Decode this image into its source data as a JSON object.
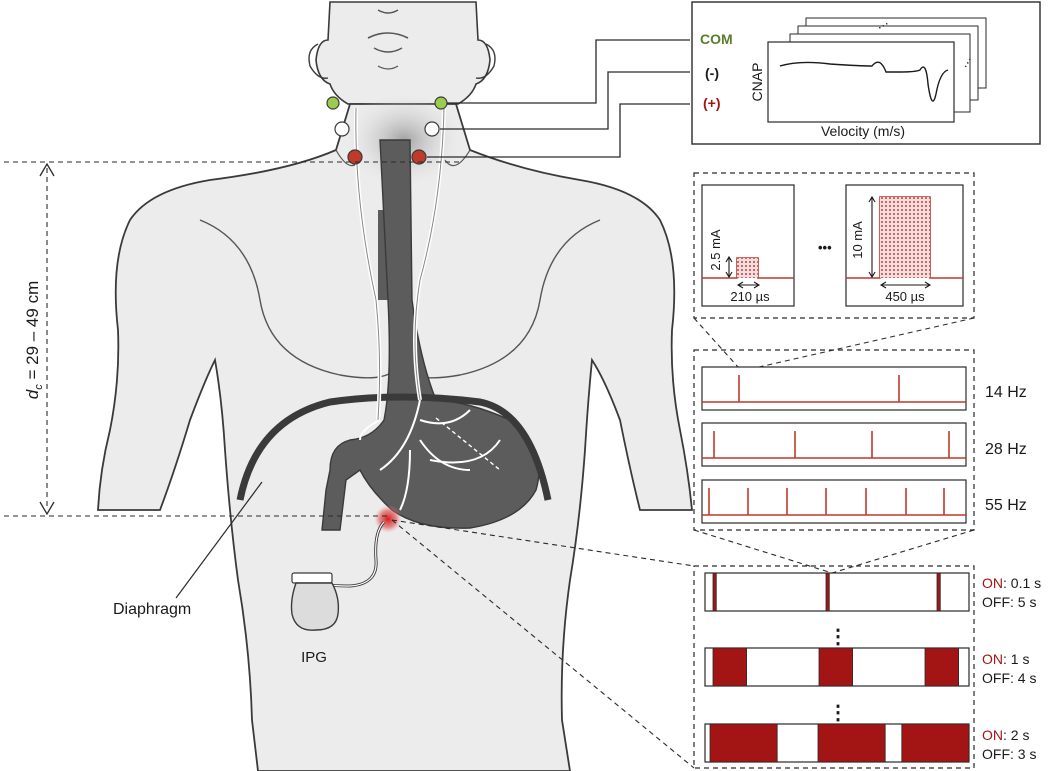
{
  "colors": {
    "skin": "#ececec",
    "organ": "#5c5c5c",
    "dark_red": "#a31515",
    "pulse_red": "#c0392b",
    "com_green": "#5a7d2a",
    "outline": "#3a3a3a"
  },
  "icons": {
    "electrode_com": "green-dot",
    "electrode_neg": "white-dot",
    "electrode_pos": "red-dot",
    "implant_site": "red-glow"
  },
  "body": {
    "distance_label_italic": "d",
    "distance_label_sub": "c",
    "distance_label_value": " = 29 – 49 cm",
    "diaphragm_label": "Diaphragm",
    "ipg_label": "IPG"
  },
  "recording": {
    "com_label": "COM",
    "neg_label": "(-)",
    "pos_label": "(+)",
    "ylabel": "CNAP",
    "xlabel": "Velocity (m/s)",
    "stack_dots": "⋯"
  },
  "pulse_shapes": {
    "left": {
      "amp": "2.5 mA",
      "width": "210 µs"
    },
    "right": {
      "amp": "10 mA",
      "width": "450 µs"
    },
    "ellipsis": "•••"
  },
  "frequencies": {
    "rows": [
      {
        "label": "14 Hz",
        "hz": 14
      },
      {
        "label": "28 Hz",
        "hz": 28
      },
      {
        "label": "55 Hz",
        "hz": 55
      }
    ]
  },
  "duty_cycles": {
    "rows": [
      {
        "on_key": "ON",
        "on_val": ": 0.1 s",
        "off_label": "OFF: 5 s",
        "on_s": 0.1,
        "off_s": 5
      },
      {
        "on_key": "ON",
        "on_val": ": 1 s",
        "off_label": "OFF: 4 s",
        "on_s": 1,
        "off_s": 4
      },
      {
        "on_key": "ON",
        "on_val": ": 2 s",
        "off_label": "OFF: 3 s",
        "on_s": 2,
        "off_s": 3
      }
    ],
    "vdots": "⋮"
  }
}
